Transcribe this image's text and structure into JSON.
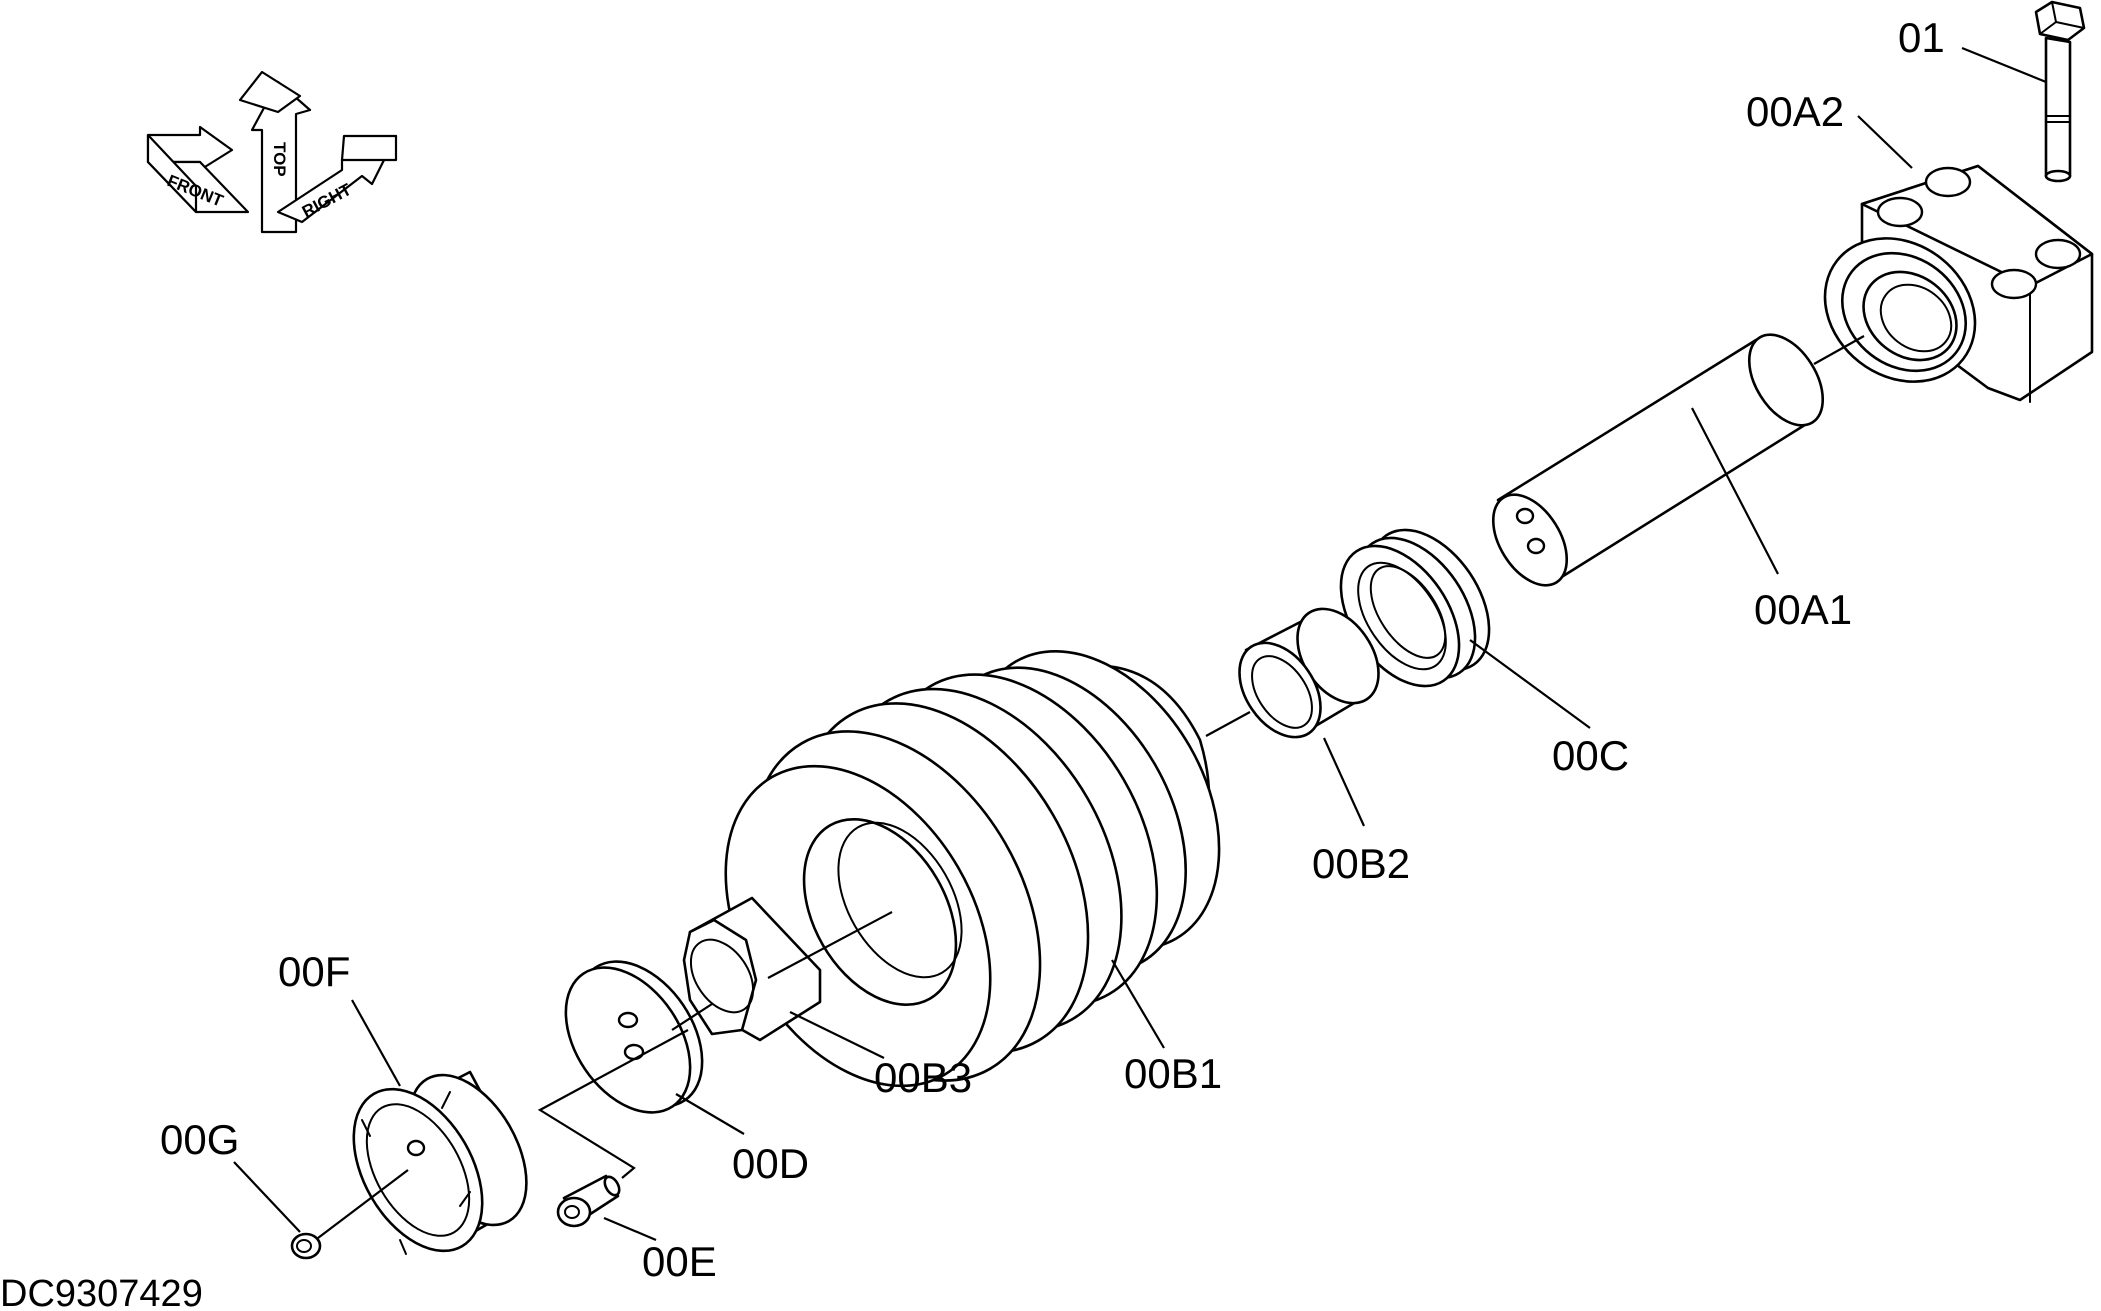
{
  "orientation": {
    "front": "FRONT",
    "top": "TOP",
    "right": "RIGHT"
  },
  "callouts": {
    "bolt_01": "01",
    "bracket_00A2": "00A2",
    "shaft_00A1": "00A1",
    "seal_00C": "00C",
    "bushing_00B2": "00B2",
    "roller_00B1": "00B1",
    "collar_00B3": "00B3",
    "plate_00D": "00D",
    "screw_00E": "00E",
    "cap_00F": "00F",
    "plug_00G": "00G"
  },
  "document_id": "DC9307429"
}
